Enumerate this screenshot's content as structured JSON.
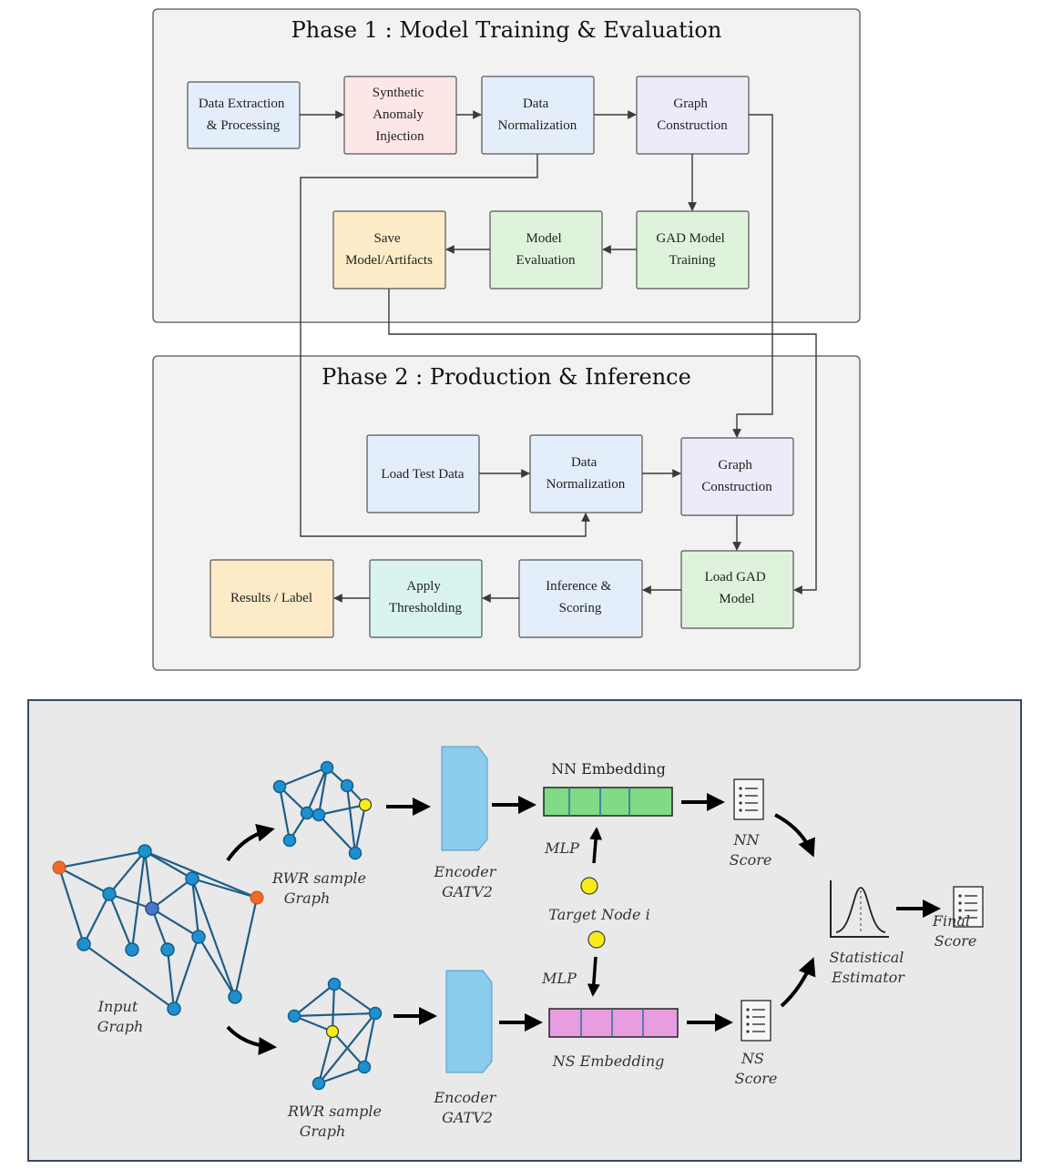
{
  "phase1": {
    "title": "Phase 1 : Model Training & Evaluation",
    "boxes": {
      "data_extraction": [
        "Data Extraction",
        "& Processing"
      ],
      "synthetic_anomaly": [
        "Synthetic",
        "Anomaly",
        "Injection"
      ],
      "data_normalization": [
        "Data",
        "Normalization"
      ],
      "graph_construction": [
        "Graph",
        "Construction"
      ],
      "gad_model_training": [
        "GAD Model",
        "Training"
      ],
      "model_evaluation": [
        "Model",
        "Evaluation"
      ],
      "save_model": [
        "Save",
        "Model/Artifacts"
      ]
    }
  },
  "phase2": {
    "title": "Phase 2 : Production & Inference",
    "boxes": {
      "load_test_data": [
        "Load Test Data"
      ],
      "data_normalization": [
        "Data",
        "Normalization"
      ],
      "graph_construction": [
        "Graph",
        "Construction"
      ],
      "load_gad_model": [
        "Load GAD",
        "Model"
      ],
      "inference_scoring": [
        "Inference &",
        "Scoring"
      ],
      "apply_thresholding": [
        "Apply",
        "Thresholding"
      ],
      "results_label": [
        "Results / Label"
      ]
    }
  },
  "architecture": {
    "input_graph": [
      "Input",
      "Graph"
    ],
    "rwr_top": [
      "RWR sample",
      "Graph"
    ],
    "rwr_bottom": [
      "RWR sample",
      "Graph"
    ],
    "encoder_top": [
      "Encoder",
      "GATV2"
    ],
    "encoder_bottom": [
      "Encoder",
      "GATV2"
    ],
    "nn_embedding": "NN Embedding",
    "ns_embedding": "NS Embedding",
    "mlp_top": "MLP",
    "mlp_bottom": "MLP",
    "target_node": "Target Node i",
    "nn_score": [
      "NN",
      "Score"
    ],
    "ns_score": [
      "NS",
      "Score"
    ],
    "statistical_estimator": [
      "Statistical",
      "Estimator"
    ],
    "final_score": [
      "Final",
      "Score"
    ]
  },
  "colors": {
    "blue_box": "#e4eefa",
    "pink_box": "#fde6e6",
    "lavender_box": "#ecebfa",
    "green_box": "#dff3dc",
    "orange_box": "#fdebc8",
    "teal_box": "#d9f3ef",
    "nn_embedding": "#7fdb86",
    "ns_embedding": "#e79ddf",
    "encoder": "#8bcbeb",
    "node": "#1e8fcf",
    "node_highlight": "#f6ec17",
    "node_outer": "#ef6b2a"
  }
}
